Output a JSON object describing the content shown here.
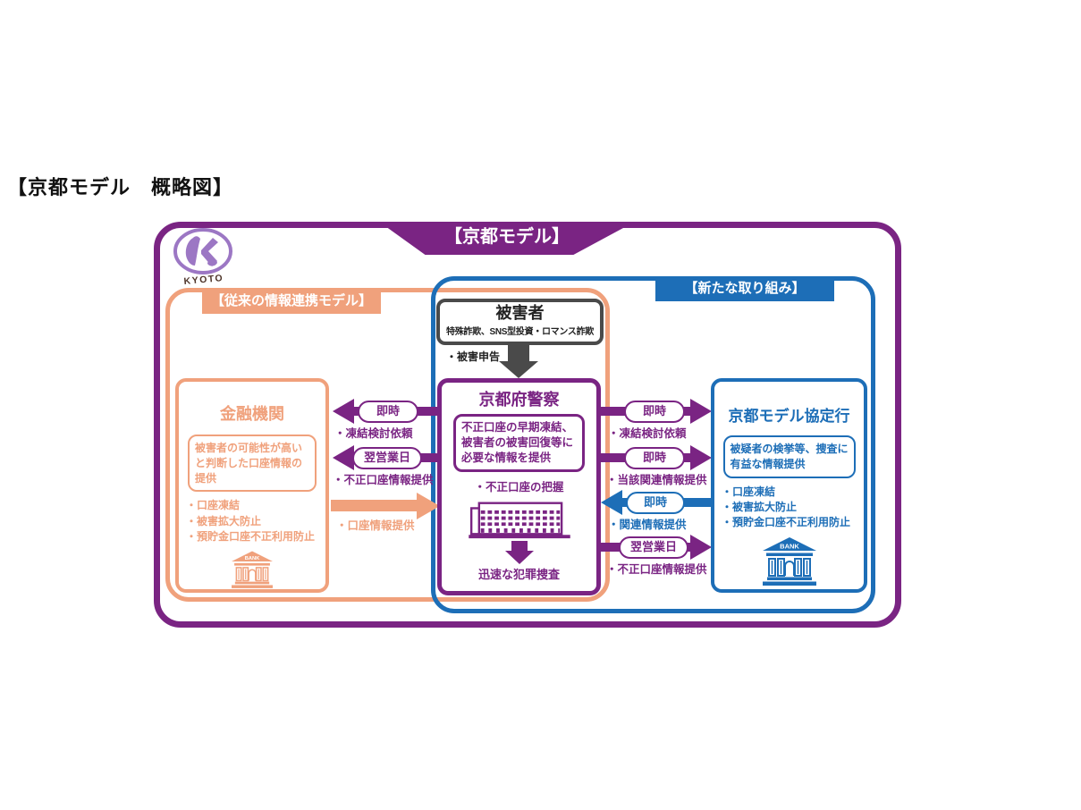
{
  "page": {
    "title": "【京都モデル　概略図】"
  },
  "banner": {
    "label": "【京都モデル】"
  },
  "logo": {
    "caption": "KYOTO"
  },
  "sections": {
    "conventional": {
      "label": "【従来の情報連携モデル】"
    },
    "new_initiative": {
      "label": "【新たな取り組み】"
    }
  },
  "victim": {
    "title": "被害者",
    "subtitle": "特殊詐欺、SNS型投資・ロマンス詐欺",
    "report": "・被害申告"
  },
  "police": {
    "title": "京都府警察",
    "mission": "不正口座の早期凍結、被害者の被害回復等に必要な情報を提供",
    "task": "・不正口座の把握",
    "outcome": "迅速な犯罪捜査"
  },
  "financial_institution": {
    "title": "金融機関",
    "note": "被害者の可能性が高いと判断した口座情報の提供",
    "bullets": [
      "・口座凍結",
      "・被害拡大防止",
      "・預貯金口座不正利用防止"
    ],
    "bank_sign": "BANK"
  },
  "agreement_banks": {
    "title": "京都モデル協定行",
    "note": "被疑者の検挙等、捜査に有益な情報提供",
    "bullets": [
      "・口座凍結",
      "・被害拡大防止",
      "・預貯金口座不正利用防止"
    ],
    "bank_sign": "BANK"
  },
  "flows": {
    "police_to_fi_freeze": {
      "timing": "即時",
      "caption": "・凍結検討依頼"
    },
    "police_to_fi_fraud": {
      "timing": "翌営業日",
      "caption": "・不正口座情報提供"
    },
    "fi_to_police_account": {
      "caption": "・口座情報提供"
    },
    "police_to_bank_freeze": {
      "timing": "即時",
      "caption": "・凍結検討依頼"
    },
    "police_to_bank_related": {
      "timing": "即時",
      "caption": "・当該関連情報提供"
    },
    "bank_to_police_related": {
      "timing": "即時",
      "caption": "・関連情報提供"
    },
    "police_to_bank_fraud": {
      "timing": "翌営業日",
      "caption": "・不正口座情報提供"
    }
  },
  "colors": {
    "purple": "#7a2483",
    "orange": "#f0a17c",
    "blue": "#1d6eb7",
    "gray": "#4a4a4a"
  }
}
